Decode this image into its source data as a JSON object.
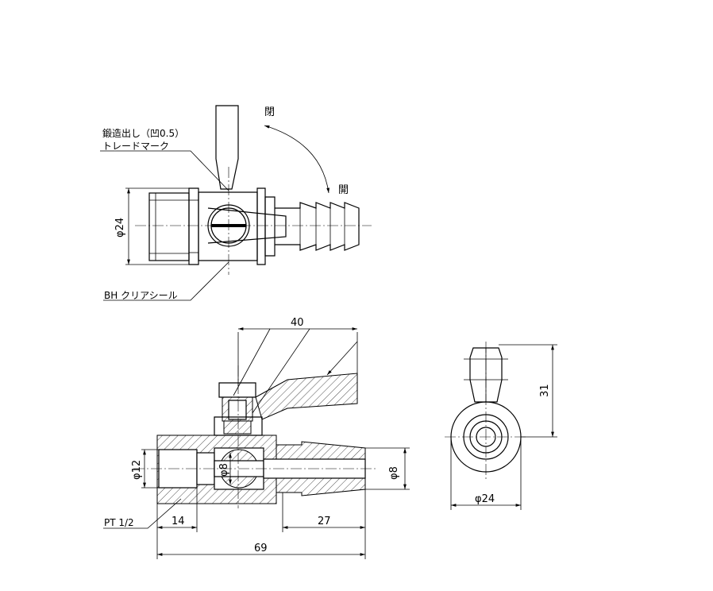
{
  "notes": {
    "forging": "鍛造出し（凹0.5）",
    "trademark": "トレードマーク",
    "clear_seal": "BH クリアシール",
    "open_top": "閉",
    "open_bottom": "開",
    "thread": "PT 1/2"
  },
  "dimensions": {
    "d24_top": "φ24",
    "d40": "40",
    "d12": "φ12",
    "d8_left": "φ8",
    "d8_right": "φ8",
    "d14": "14",
    "d27": "27",
    "d69": "69",
    "d31": "31",
    "d24_side": "φ24"
  }
}
